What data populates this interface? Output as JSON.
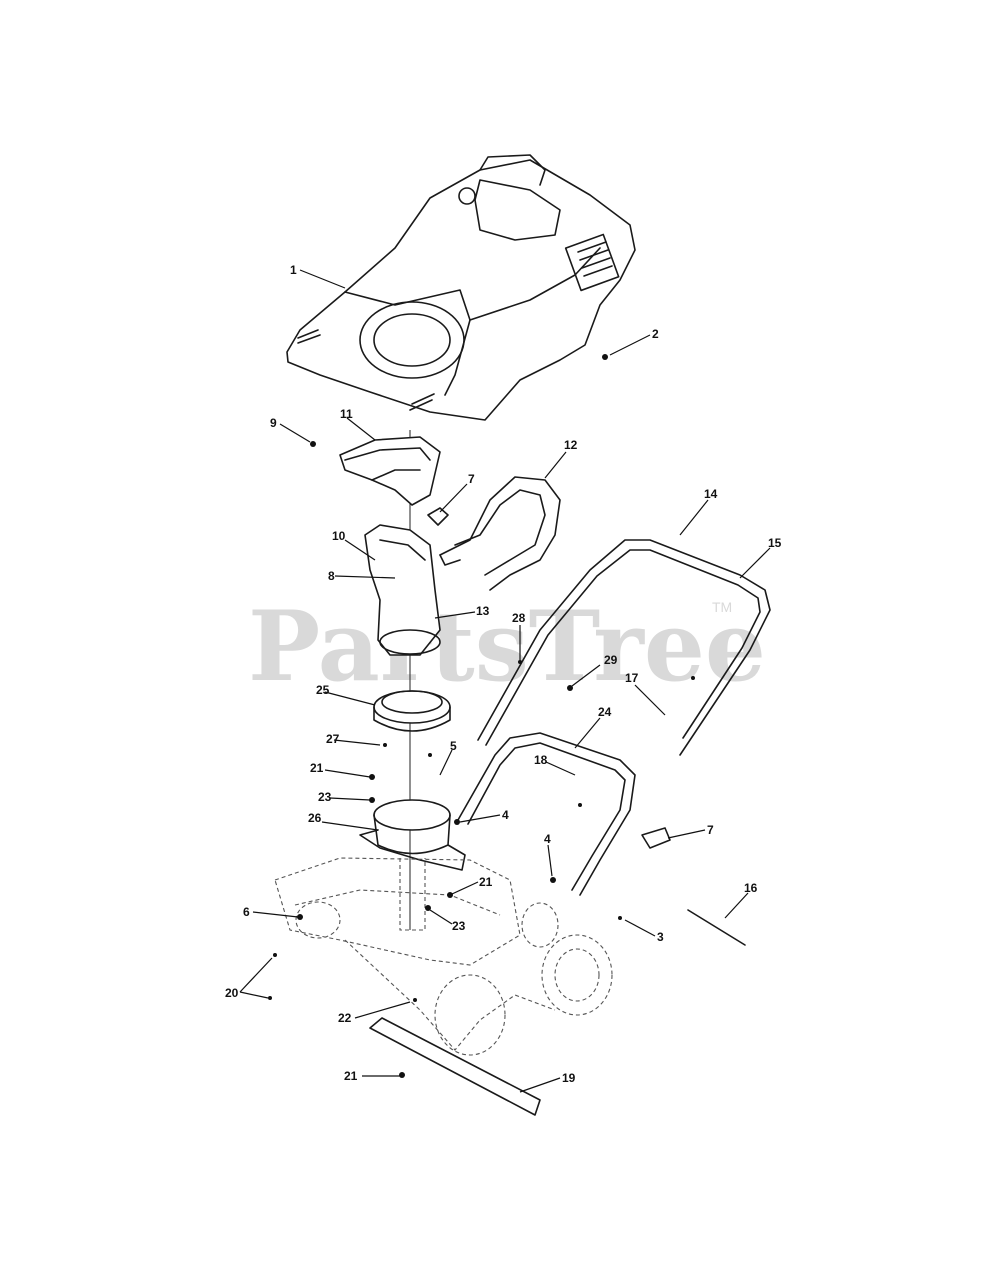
{
  "watermark": {
    "text": "PartsTree",
    "tm": "TM"
  },
  "callouts": [
    {
      "id": "c1",
      "label": "1"
    },
    {
      "id": "c2",
      "label": "2"
    },
    {
      "id": "c9",
      "label": "9"
    },
    {
      "id": "c11",
      "label": "11"
    },
    {
      "id": "c12",
      "label": "12"
    },
    {
      "id": "c7a",
      "label": "7"
    },
    {
      "id": "c14",
      "label": "14"
    },
    {
      "id": "c15",
      "label": "15"
    },
    {
      "id": "c10",
      "label": "10"
    },
    {
      "id": "c8",
      "label": "8"
    },
    {
      "id": "c13",
      "label": "13"
    },
    {
      "id": "c28",
      "label": "28"
    },
    {
      "id": "c29",
      "label": "29"
    },
    {
      "id": "c17",
      "label": "17"
    },
    {
      "id": "c25",
      "label": "25"
    },
    {
      "id": "c24",
      "label": "24"
    },
    {
      "id": "c27",
      "label": "27"
    },
    {
      "id": "c5",
      "label": "5"
    },
    {
      "id": "c21a",
      "label": "21"
    },
    {
      "id": "c18",
      "label": "18"
    },
    {
      "id": "c23a",
      "label": "23"
    },
    {
      "id": "c26",
      "label": "26"
    },
    {
      "id": "c4a",
      "label": "4"
    },
    {
      "id": "c7b",
      "label": "7"
    },
    {
      "id": "c4b",
      "label": "4"
    },
    {
      "id": "c21b",
      "label": "21"
    },
    {
      "id": "c16",
      "label": "16"
    },
    {
      "id": "c6",
      "label": "6"
    },
    {
      "id": "c23b",
      "label": "23"
    },
    {
      "id": "c3",
      "label": "3"
    },
    {
      "id": "c20",
      "label": "20"
    },
    {
      "id": "c22",
      "label": "22"
    },
    {
      "id": "c21c",
      "label": "21"
    },
    {
      "id": "c19",
      "label": "19"
    }
  ]
}
